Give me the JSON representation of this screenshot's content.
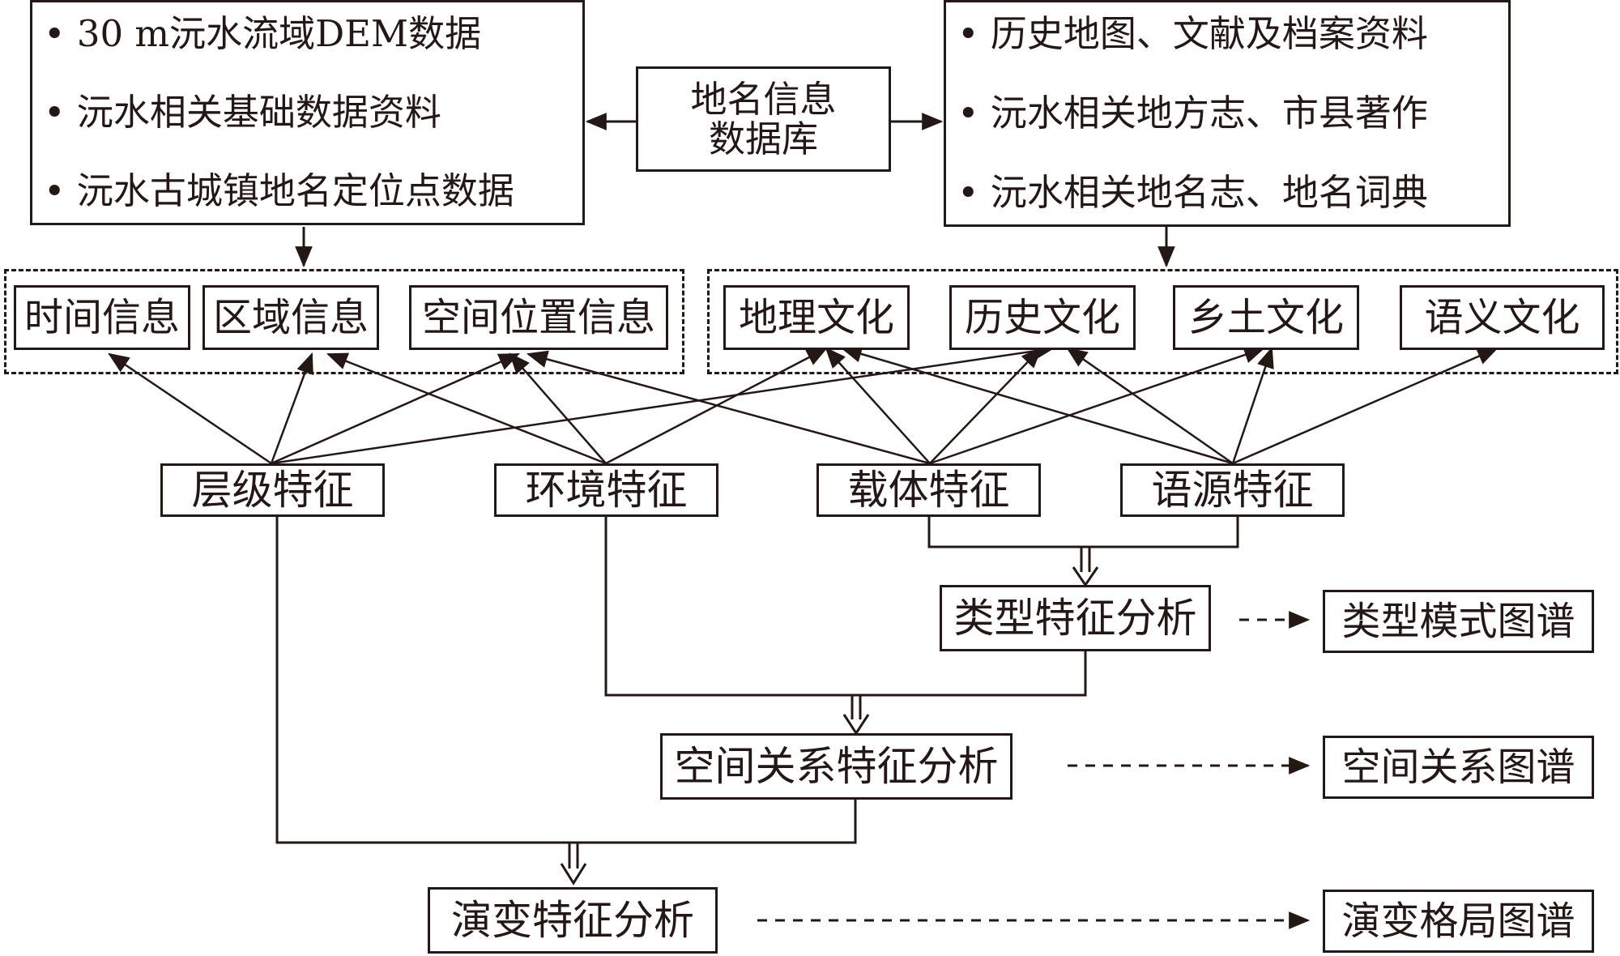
{
  "diagram": {
    "left_source": {
      "items": [
        "30 m沅水流域DEM数据",
        "沅水相关基础数据资料",
        "沅水古城镇地名定位点数据"
      ]
    },
    "database": {
      "line1": "地名信息",
      "line2": "数据库"
    },
    "right_source": {
      "items": [
        "历史地图、文献及档案资料",
        "沅水相关地方志、市县著作",
        "沅水相关地名志、地名词典"
      ]
    },
    "info_group": {
      "items": [
        "时间信息",
        "区域信息",
        "空间位置信息"
      ]
    },
    "culture_group": {
      "items": [
        "地理文化",
        "历史文化",
        "乡土文化",
        "语义文化"
      ]
    },
    "features": {
      "items": [
        "层级特征",
        "环境特征",
        "载体特征",
        "语源特征"
      ]
    },
    "analysis": {
      "type": "类型特征分析",
      "spatial": "空间关系特征分析",
      "evolution": "演变特征分析"
    },
    "outputs": {
      "type": "类型模式图谱",
      "spatial": "空间关系图谱",
      "evolution": "演变格局图谱"
    },
    "bullet": "•",
    "colors": {
      "line": "#231815",
      "background": "#ffffff"
    }
  }
}
